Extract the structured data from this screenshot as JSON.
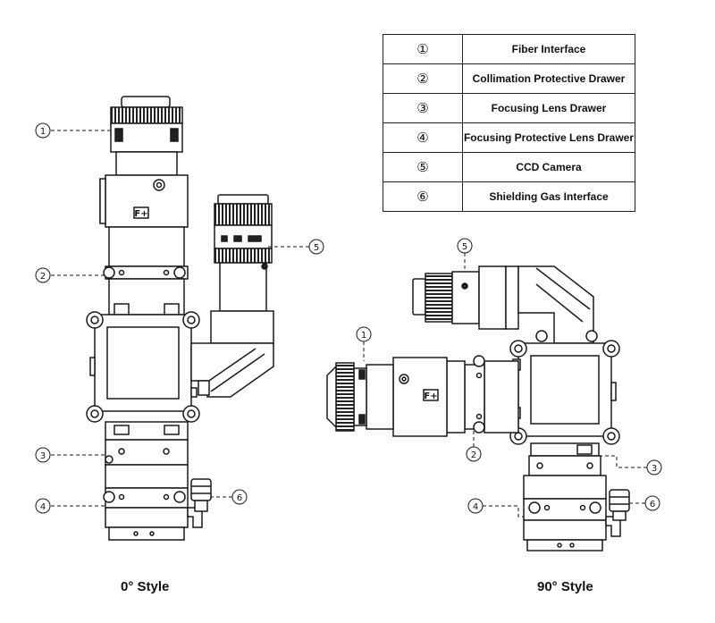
{
  "legend": [
    {
      "marker": "①",
      "label": "Fiber Interface"
    },
    {
      "marker": "②",
      "label": "Collimation Protective Drawer"
    },
    {
      "marker": "③",
      "label": "Focusing Lens Drawer"
    },
    {
      "marker": "④",
      "label": "Focusing Protective Lens Drawer"
    },
    {
      "marker": "⑤",
      "label": "CCD Camera"
    },
    {
      "marker": "⑥",
      "label": "Shielding Gas Interface"
    }
  ],
  "callouts_left": {
    "c1": "1",
    "c2": "2",
    "c3": "3",
    "c4": "4",
    "c5": "5",
    "c6": "6"
  },
  "callouts_right": {
    "c1": "1",
    "c2": "2",
    "c3": "3",
    "c4": "4",
    "c5": "5",
    "c6": "6"
  },
  "captions": {
    "left": "0° Style",
    "right": "90° Style"
  },
  "colors": {
    "line": "#1a1a1a",
    "background": "#ffffff"
  }
}
